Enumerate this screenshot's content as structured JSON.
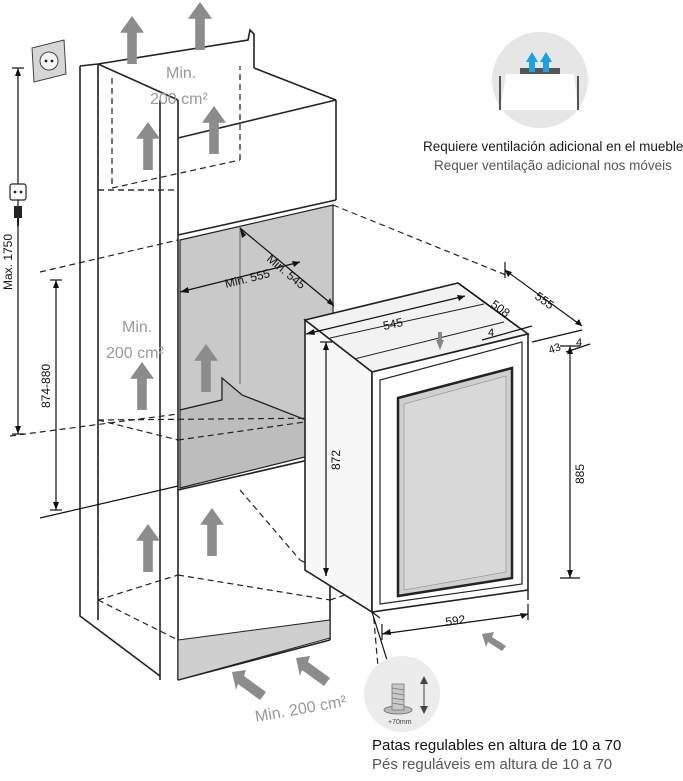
{
  "labels": {
    "min_area": "Min.",
    "min_area_value": "200 cm²",
    "bottom_min_area": "Min. 200 cm²",
    "max_height": "Max. 1750",
    "niche_height": "874-880",
    "niche_depth_555": "Min. 555",
    "niche_depth_545": "Min. 545",
    "width_545": "545",
    "depth_508": "508",
    "depth_555": "555",
    "gap_4": "4",
    "gap_4b": "4",
    "gap_43": "43",
    "height_872": "872",
    "height_885": "885",
    "width_592": "592",
    "foot_range": "+70mm"
  },
  "ventilation_note": {
    "es": "Requiere ventilación adicional en el mueble",
    "pt": "Requer ventilação adicional nos móveis"
  },
  "feet_note": {
    "es": "Patas regulables en altura de 10 a 70",
    "pt": "Pés reguláveis em altura de 10 a 70"
  },
  "colors": {
    "line": "#222222",
    "arrow_gray": "#8c8c8c",
    "label_gray": "#999999",
    "niche_fill": "#c9c9c9",
    "cabinet_fill": "#ececec",
    "vent_blue": "#1aa3e0"
  },
  "icons": [
    "socket-icon",
    "plug-socket-icon",
    "vent-arrows-icon",
    "adjustable-foot-icon"
  ]
}
